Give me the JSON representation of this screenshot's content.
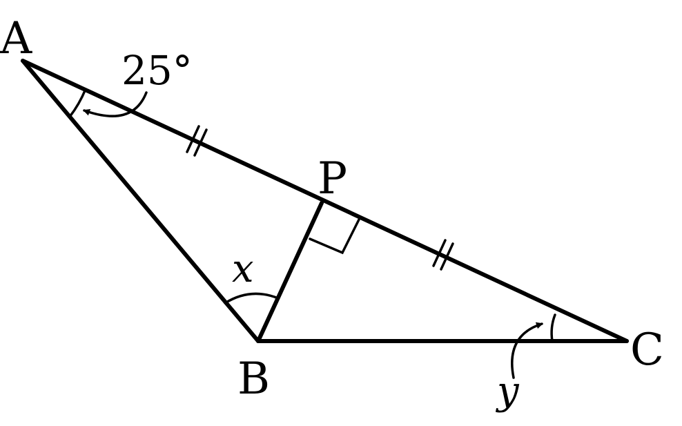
{
  "vertices": {
    "a": "A",
    "b": "B",
    "c": "C",
    "p": "P"
  },
  "angles": {
    "a_label": "25°",
    "x_label": "x",
    "y_label": "y"
  },
  "colors": {
    "stroke": "#000000",
    "background": "#ffffff"
  }
}
